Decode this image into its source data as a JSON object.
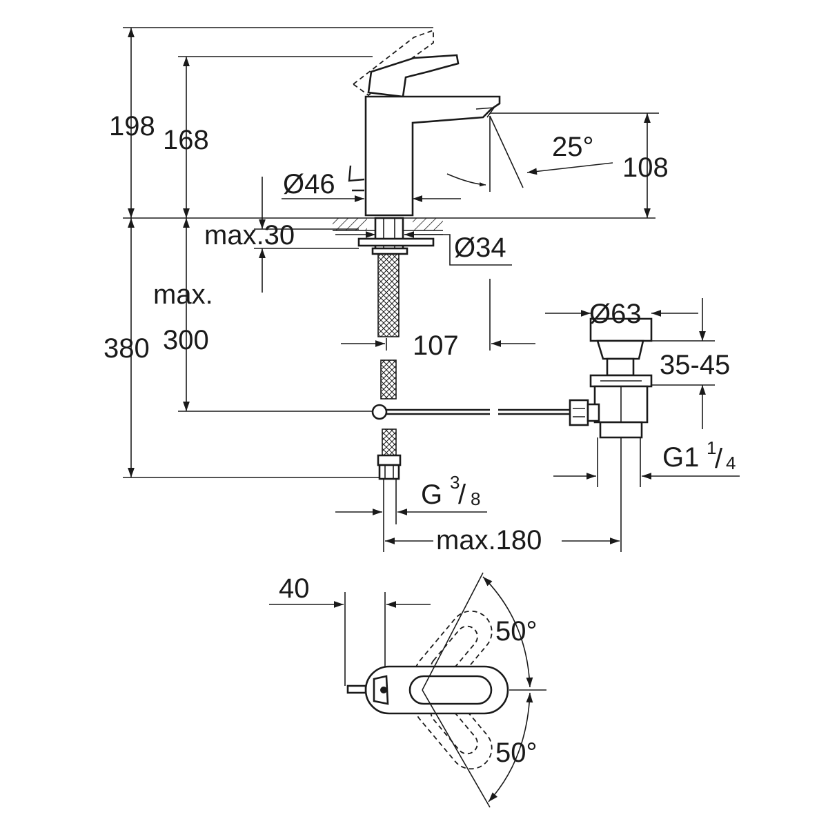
{
  "dimensions": {
    "d198": "198",
    "d168": "168",
    "d25": "25°",
    "d108": "108",
    "d46": "Ø46",
    "dmax30": "max.30",
    "d34": "Ø34",
    "dmax": "max.",
    "d380": "380",
    "d300": "300",
    "d107": "107",
    "d63": "Ø63",
    "d3545": "35-45",
    "g114_main": "G1",
    "g114_num": "1",
    "g114_den": "4",
    "g38_main": "G",
    "g38_num": "3",
    "g38_den": "8",
    "dmax180": "max.180",
    "d40": "40",
    "d50a": "50°",
    "d50b": "50°"
  }
}
